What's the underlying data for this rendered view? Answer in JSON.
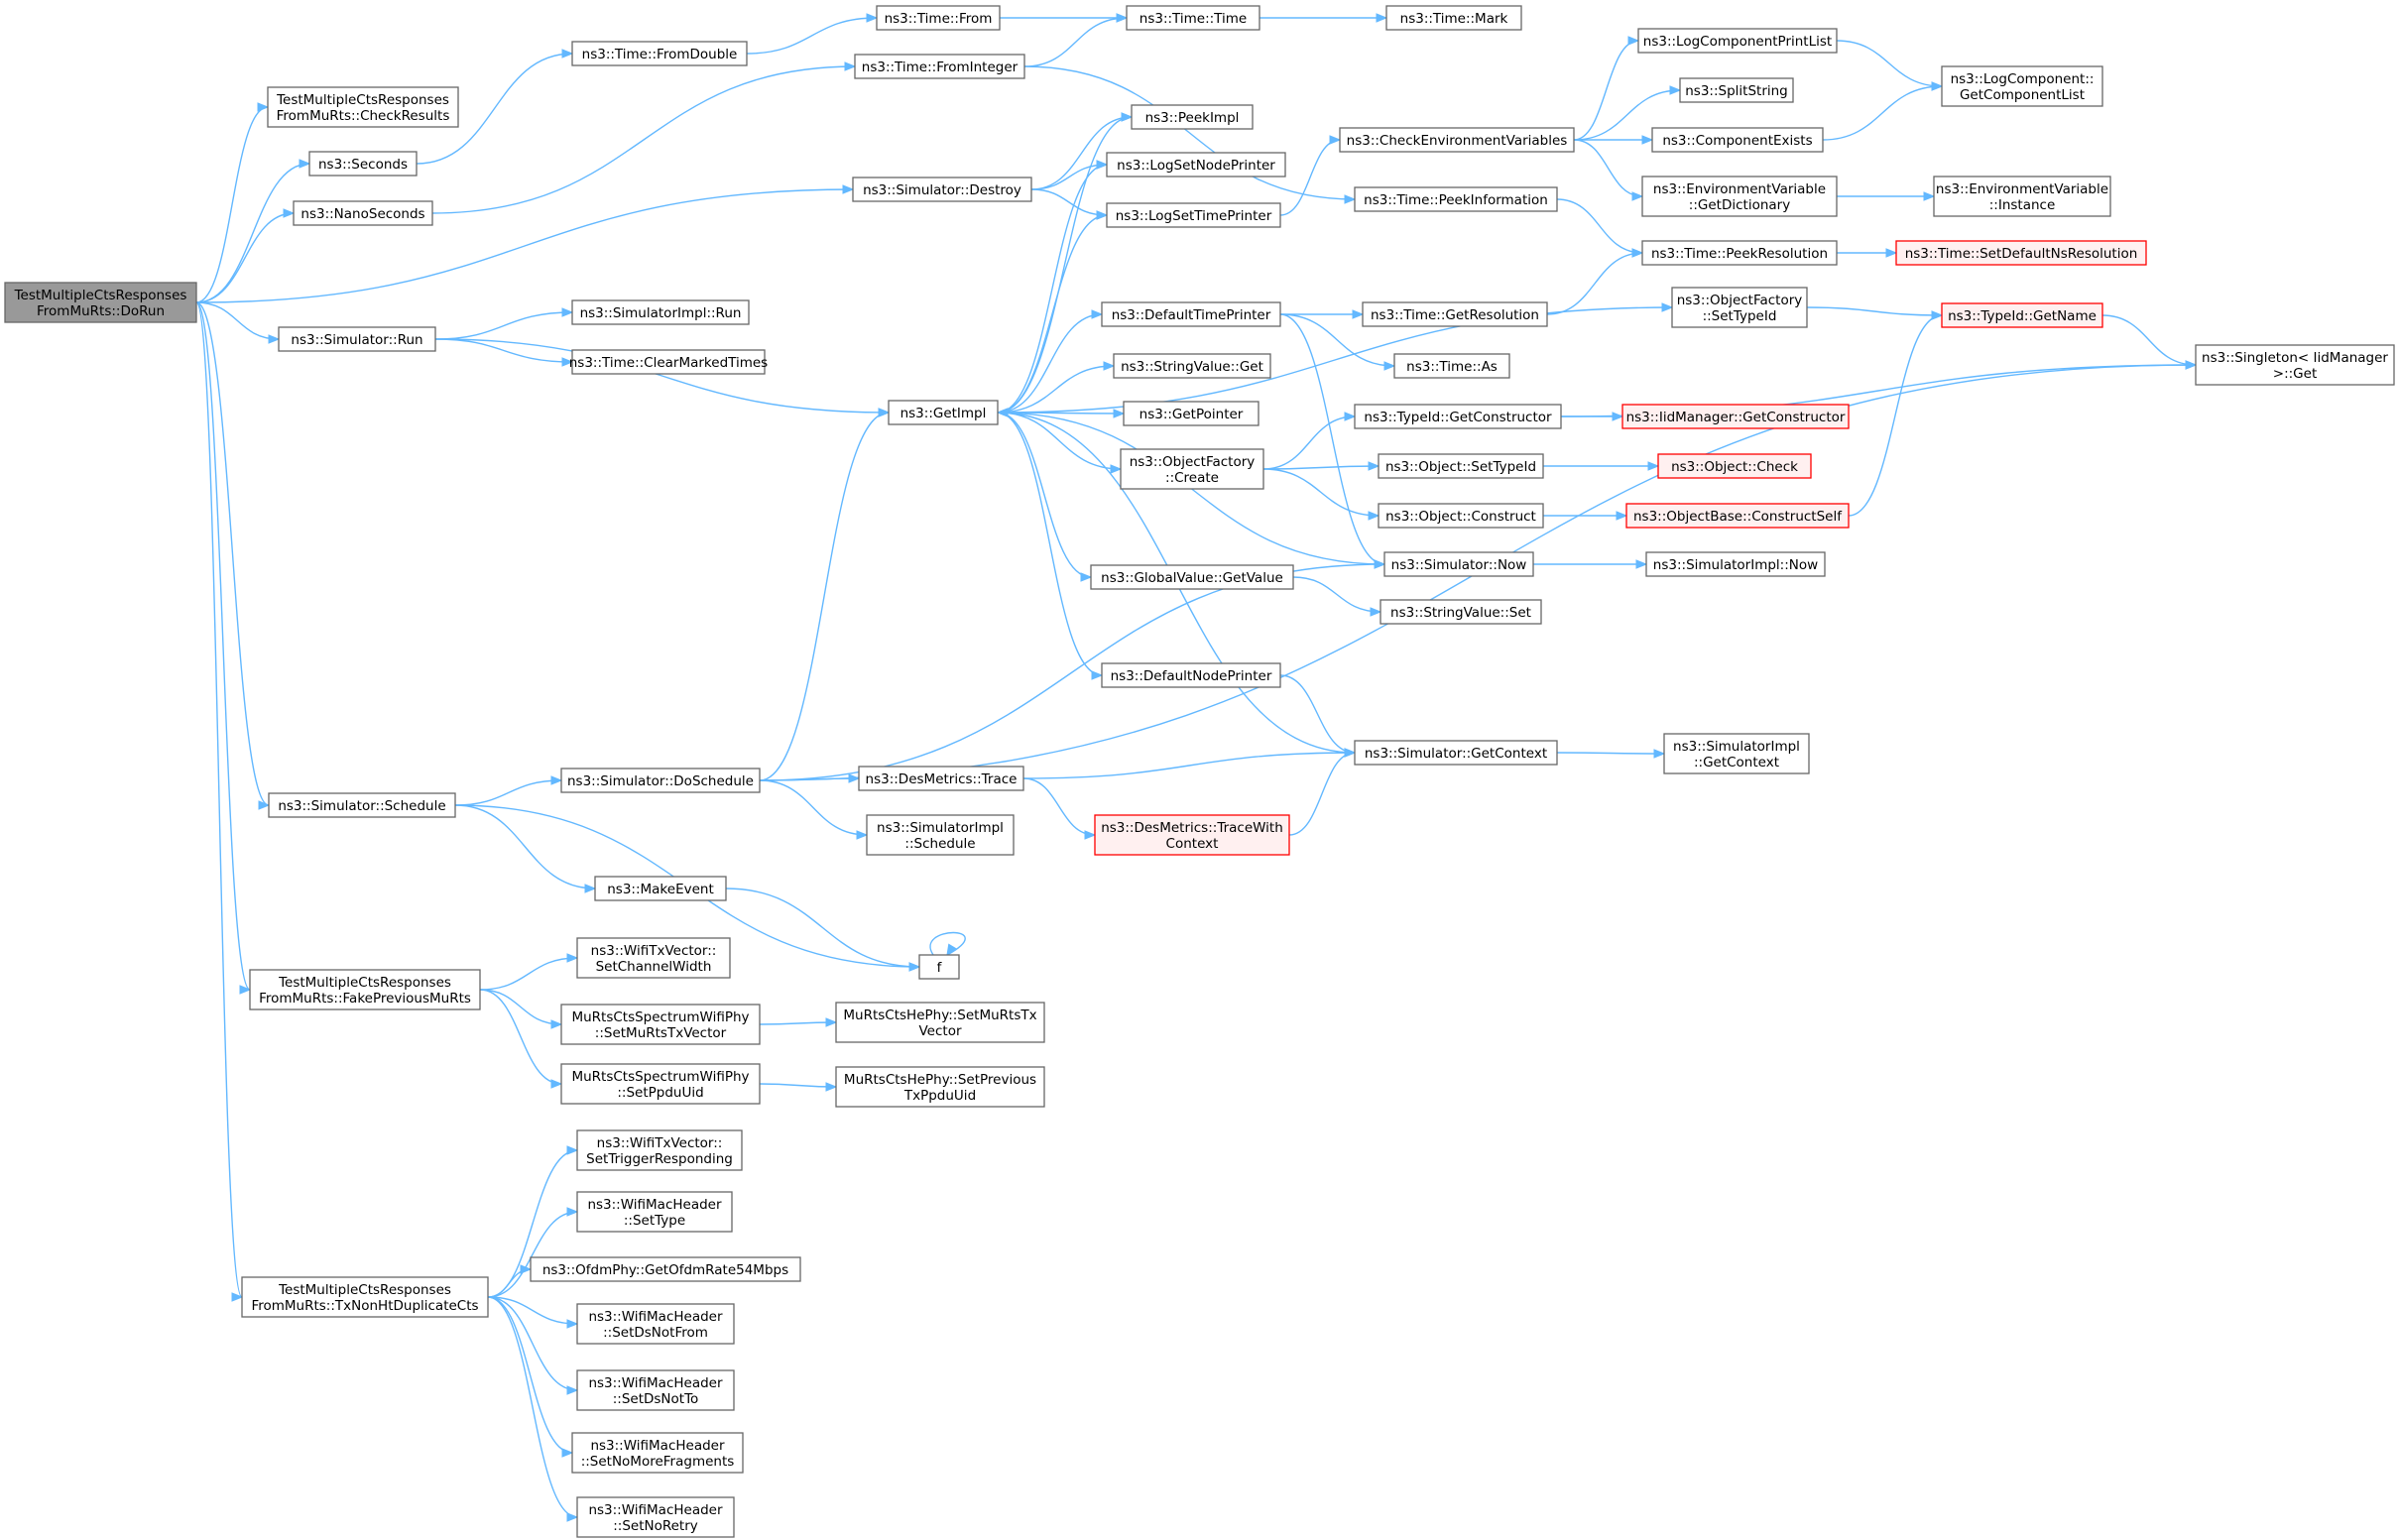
{
  "nodes": [
    {
      "id": "root",
      "lines": [
        "TestMultipleCtsResponses",
        "FromMuRts::DoRun"
      ],
      "style": "root"
    },
    {
      "id": "checkresults",
      "lines": [
        "TestMultipleCtsResponses",
        "FromMuRts::CheckResults"
      ]
    },
    {
      "id": "seconds",
      "lines": [
        "ns3::Seconds"
      ]
    },
    {
      "id": "nanoseconds",
      "lines": [
        "ns3::NanoSeconds"
      ]
    },
    {
      "id": "simrun",
      "lines": [
        "ns3::Simulator::Run"
      ]
    },
    {
      "id": "schedule",
      "lines": [
        "ns3::Simulator::Schedule"
      ]
    },
    {
      "id": "fakeprev",
      "lines": [
        "TestMultipleCtsResponses",
        "FromMuRts::FakePreviousMuRts"
      ]
    },
    {
      "id": "txnonht",
      "lines": [
        "TestMultipleCtsResponses",
        "FromMuRts::TxNonHtDuplicateCts"
      ]
    },
    {
      "id": "fromdouble",
      "lines": [
        "ns3::Time::FromDouble"
      ]
    },
    {
      "id": "timefrom",
      "lines": [
        "ns3::Time::From"
      ]
    },
    {
      "id": "fromint",
      "lines": [
        "ns3::Time::FromInteger"
      ]
    },
    {
      "id": "destroy",
      "lines": [
        "ns3::Simulator::Destroy"
      ]
    },
    {
      "id": "implrun",
      "lines": [
        "ns3::SimulatorImpl::Run"
      ]
    },
    {
      "id": "clearmarked",
      "lines": [
        "ns3::Time::ClearMarkedTimes"
      ]
    },
    {
      "id": "getimpl",
      "lines": [
        "ns3::GetImpl"
      ]
    },
    {
      "id": "doschedule",
      "lines": [
        "ns3::Simulator::DoSchedule"
      ]
    },
    {
      "id": "makeevent",
      "lines": [
        "ns3::MakeEvent"
      ]
    },
    {
      "id": "f",
      "lines": [
        "f"
      ]
    },
    {
      "id": "setchw",
      "lines": [
        "ns3::WifiTxVector::",
        "SetChannelWidth"
      ]
    },
    {
      "id": "setmurtstxvec",
      "lines": [
        "MuRtsCtsSpectrumWifiPhy",
        "::SetMuRtsTxVector"
      ]
    },
    {
      "id": "setppduuid",
      "lines": [
        "MuRtsCtsSpectrumWifiPhy",
        "::SetPpduUid"
      ]
    },
    {
      "id": "hesetmurts",
      "lines": [
        "MuRtsCtsHePhy::SetMuRtsTx",
        "Vector"
      ]
    },
    {
      "id": "hesetprev",
      "lines": [
        "MuRtsCtsHePhy::SetPrevious",
        "TxPpduUid"
      ]
    },
    {
      "id": "settrigger",
      "lines": [
        "ns3::WifiTxVector::",
        "SetTriggerResponding"
      ]
    },
    {
      "id": "settype",
      "lines": [
        "ns3::WifiMacHeader",
        "::SetType"
      ]
    },
    {
      "id": "ofdm54",
      "lines": [
        "ns3::OfdmPhy::GetOfdmRate54Mbps"
      ]
    },
    {
      "id": "setdsnotfrom",
      "lines": [
        "ns3::WifiMacHeader",
        "::SetDsNotFrom"
      ]
    },
    {
      "id": "setdsnotto",
      "lines": [
        "ns3::WifiMacHeader",
        "::SetDsNotTo"
      ]
    },
    {
      "id": "setnomorefrag",
      "lines": [
        "ns3::WifiMacHeader",
        "::SetNoMoreFragments"
      ]
    },
    {
      "id": "setnoretry",
      "lines": [
        "ns3::WifiMacHeader",
        "::SetNoRetry"
      ]
    },
    {
      "id": "timetime",
      "lines": [
        "ns3::Time::Time"
      ]
    },
    {
      "id": "timemark",
      "lines": [
        "ns3::Time::Mark"
      ]
    },
    {
      "id": "peekimpl",
      "lines": [
        "ns3::PeekImpl"
      ]
    },
    {
      "id": "logsetnode",
      "lines": [
        "ns3::LogSetNodePrinter"
      ]
    },
    {
      "id": "logsettime",
      "lines": [
        "ns3::LogSetTimePrinter"
      ]
    },
    {
      "id": "deftimeprinter",
      "lines": [
        "ns3::DefaultTimePrinter"
      ]
    },
    {
      "id": "strget",
      "lines": [
        "ns3::StringValue::Get"
      ]
    },
    {
      "id": "getpointer",
      "lines": [
        "ns3::GetPointer"
      ]
    },
    {
      "id": "ofcreate",
      "lines": [
        "ns3::ObjectFactory",
        "::Create"
      ]
    },
    {
      "id": "gvgetvalue",
      "lines": [
        "ns3::GlobalValue::GetValue"
      ]
    },
    {
      "id": "defnodeprinter",
      "lines": [
        "ns3::DefaultNodePrinter"
      ]
    },
    {
      "id": "destrace",
      "lines": [
        "ns3::DesMetrics::Trace"
      ]
    },
    {
      "id": "implschedule",
      "lines": [
        "ns3::SimulatorImpl",
        "::Schedule"
      ]
    },
    {
      "id": "tracewithctx",
      "lines": [
        "ns3::DesMetrics::TraceWith",
        "Context"
      ],
      "style": "red"
    },
    {
      "id": "checkenv",
      "lines": [
        "ns3::CheckEnvironmentVariables"
      ]
    },
    {
      "id": "peekinfo",
      "lines": [
        "ns3::Time::PeekInformation"
      ]
    },
    {
      "id": "getres",
      "lines": [
        "ns3::Time::GetResolution"
      ]
    },
    {
      "id": "timeas",
      "lines": [
        "ns3::Time::As"
      ]
    },
    {
      "id": "tidgetctor",
      "lines": [
        "ns3::TypeId::GetConstructor"
      ]
    },
    {
      "id": "objsettypeid",
      "lines": [
        "ns3::Object::SetTypeId"
      ]
    },
    {
      "id": "objconstruct",
      "lines": [
        "ns3::Object::Construct"
      ]
    },
    {
      "id": "simnow",
      "lines": [
        "ns3::Simulator::Now"
      ]
    },
    {
      "id": "strset",
      "lines": [
        "ns3::StringValue::Set"
      ]
    },
    {
      "id": "getcontext",
      "lines": [
        "ns3::Simulator::GetContext"
      ]
    },
    {
      "id": "logcompprint",
      "lines": [
        "ns3::LogComponentPrintList"
      ]
    },
    {
      "id": "splitstring",
      "lines": [
        "ns3::SplitString"
      ]
    },
    {
      "id": "compexists",
      "lines": [
        "ns3::ComponentExists"
      ]
    },
    {
      "id": "envgetdict",
      "lines": [
        "ns3::EnvironmentVariable",
        "::GetDictionary"
      ]
    },
    {
      "id": "peekres",
      "lines": [
        "ns3::Time::PeekResolution"
      ]
    },
    {
      "id": "ofsettypeid",
      "lines": [
        "ns3::ObjectFactory",
        "::SetTypeId"
      ]
    },
    {
      "id": "iidgetctor",
      "lines": [
        "ns3::IidManager::GetConstructor"
      ],
      "style": "red"
    },
    {
      "id": "objcheck",
      "lines": [
        "ns3::Object::Check"
      ],
      "style": "red"
    },
    {
      "id": "constructself",
      "lines": [
        "ns3::ObjectBase::ConstructSelf"
      ],
      "style": "red"
    },
    {
      "id": "implnow",
      "lines": [
        "ns3::SimulatorImpl::Now"
      ]
    },
    {
      "id": "implgetctx",
      "lines": [
        "ns3::SimulatorImpl",
        "::GetContext"
      ]
    },
    {
      "id": "logcompgetlist",
      "lines": [
        "ns3::LogComponent::",
        "GetComponentList"
      ]
    },
    {
      "id": "envinstance",
      "lines": [
        "ns3::EnvironmentVariable",
        "::Instance"
      ]
    },
    {
      "id": "setdefaultns",
      "lines": [
        "ns3::Time::SetDefaultNsResolution"
      ],
      "style": "red"
    },
    {
      "id": "tidgetname",
      "lines": [
        "ns3::TypeId::GetName"
      ],
      "style": "red"
    },
    {
      "id": "singletonget",
      "lines": [
        "ns3::Singleton< IidManager",
        " >::Get"
      ]
    }
  ],
  "edges": [
    [
      "root",
      "checkresults"
    ],
    [
      "root",
      "seconds"
    ],
    [
      "root",
      "nanoseconds"
    ],
    [
      "root",
      "destroy"
    ],
    [
      "root",
      "simrun"
    ],
    [
      "root",
      "schedule"
    ],
    [
      "root",
      "fakeprev"
    ],
    [
      "root",
      "txnonht"
    ],
    [
      "seconds",
      "fromdouble"
    ],
    [
      "nanoseconds",
      "fromint"
    ],
    [
      "fromdouble",
      "timefrom"
    ],
    [
      "timefrom",
      "timetime"
    ],
    [
      "fromint",
      "timetime"
    ],
    [
      "fromint",
      "peekinfo"
    ],
    [
      "timetime",
      "timemark"
    ],
    [
      "destroy",
      "peekimpl"
    ],
    [
      "destroy",
      "logsetnode"
    ],
    [
      "destroy",
      "logsettime"
    ],
    [
      "simrun",
      "implrun"
    ],
    [
      "simrun",
      "clearmarked"
    ],
    [
      "simrun",
      "getimpl"
    ],
    [
      "getimpl",
      "peekimpl"
    ],
    [
      "getimpl",
      "logsetnode"
    ],
    [
      "getimpl",
      "logsettime"
    ],
    [
      "getimpl",
      "deftimeprinter"
    ],
    [
      "getimpl",
      "strget"
    ],
    [
      "getimpl",
      "getpointer"
    ],
    [
      "getimpl",
      "ofcreate"
    ],
    [
      "getimpl",
      "gvgetvalue"
    ],
    [
      "getimpl",
      "defnodeprinter"
    ],
    [
      "getimpl",
      "ofsettypeid"
    ],
    [
      "logsettime",
      "checkenv"
    ],
    [
      "deftimeprinter",
      "getres"
    ],
    [
      "deftimeprinter",
      "timeas"
    ],
    [
      "deftimeprinter",
      "simnow"
    ],
    [
      "ofcreate",
      "tidgetctor"
    ],
    [
      "ofcreate",
      "objsettypeid"
    ],
    [
      "ofcreate",
      "objconstruct"
    ],
    [
      "gvgetvalue",
      "strset"
    ],
    [
      "defnodeprinter",
      "getcontext"
    ],
    [
      "simnow",
      "getimpl"
    ],
    [
      "getcontext",
      "getimpl"
    ],
    [
      "simnow",
      "implnow"
    ],
    [
      "getcontext",
      "implgetctx"
    ],
    [
      "schedule",
      "doschedule"
    ],
    [
      "schedule",
      "makeevent"
    ],
    [
      "schedule",
      "f"
    ],
    [
      "doschedule",
      "getimpl"
    ],
    [
      "doschedule",
      "simnow"
    ],
    [
      "doschedule",
      "destrace"
    ],
    [
      "doschedule",
      "implschedule"
    ],
    [
      "doschedule",
      "singletonget"
    ],
    [
      "destrace",
      "getcontext"
    ],
    [
      "destrace",
      "tracewithctx"
    ],
    [
      "tracewithctx",
      "getcontext"
    ],
    [
      "makeevent",
      "f"
    ],
    [
      "f",
      "f"
    ],
    [
      "fakeprev",
      "setchw"
    ],
    [
      "fakeprev",
      "setmurtstxvec"
    ],
    [
      "fakeprev",
      "setppduuid"
    ],
    [
      "setmurtstxvec",
      "hesetmurts"
    ],
    [
      "setppduuid",
      "hesetprev"
    ],
    [
      "txnonht",
      "settrigger"
    ],
    [
      "txnonht",
      "settype"
    ],
    [
      "txnonht",
      "ofdm54"
    ],
    [
      "txnonht",
      "setdsnotfrom"
    ],
    [
      "txnonht",
      "setdsnotto"
    ],
    [
      "txnonht",
      "setnomorefrag"
    ],
    [
      "txnonht",
      "setnoretry"
    ],
    [
      "checkenv",
      "logcompprint"
    ],
    [
      "checkenv",
      "splitstring"
    ],
    [
      "checkenv",
      "compexists"
    ],
    [
      "checkenv",
      "envgetdict"
    ],
    [
      "peekinfo",
      "peekres"
    ],
    [
      "getres",
      "peekres"
    ],
    [
      "logcompprint",
      "logcompgetlist"
    ],
    [
      "compexists",
      "logcompgetlist"
    ],
    [
      "envgetdict",
      "envinstance"
    ],
    [
      "peekres",
      "setdefaultns"
    ],
    [
      "ofsettypeid",
      "tidgetname"
    ],
    [
      "tidgetctor",
      "iidgetctor"
    ],
    [
      "tidgetctor",
      "singletonget"
    ],
    [
      "objsettypeid",
      "objcheck"
    ],
    [
      "objconstruct",
      "constructself"
    ],
    [
      "constructself",
      "tidgetname"
    ],
    [
      "tidgetname",
      "singletonget"
    ]
  ]
}
